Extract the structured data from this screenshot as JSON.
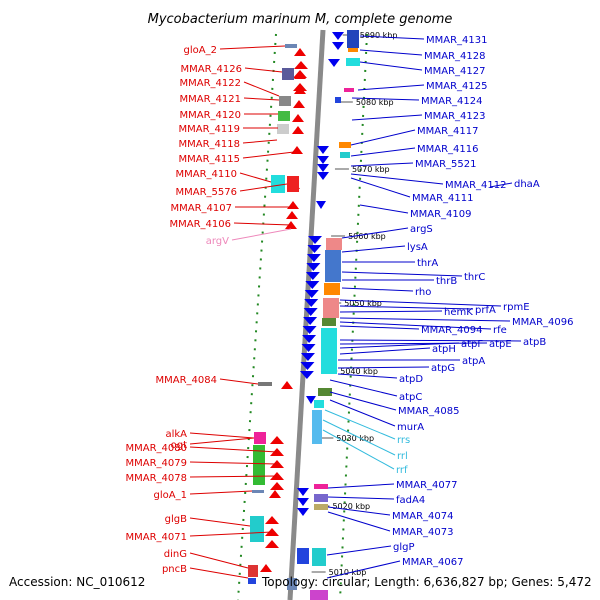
{
  "title": "Mycobacterium marinum M, complete genome",
  "footer": {
    "accession": "Accession: NC_010612",
    "summary": "Topology: circular; Length: 6,636,827 bp; Genes: 5,472"
  },
  "colors": {
    "left_label": "#dd0000",
    "right_label": "#0000cc",
    "trna_label": "#ee88bb",
    "rrna_label": "#33bbdd",
    "backbone": "#8a8a8a",
    "dots": "#228822"
  },
  "ticks": [
    "5090 kbp",
    "5080 kbp",
    "5070 kbp",
    "5060 kbp",
    "5050 kbp",
    "5040 kbp",
    "5030 kbp",
    "5020 kbp",
    "5010 kbp"
  ],
  "left_labels": [
    "gloA_2",
    "MMAR_4126",
    "MMAR_4122",
    "MMAR_4121",
    "MMAR_4120",
    "MMAR_4119",
    "MMAR_4118",
    "MMAR_4115",
    "MMAR_4110",
    "MMAR_5576",
    "MMAR_4107",
    "MMAR_4106",
    "argV",
    "MMAR_4084",
    "ogt",
    "alkA",
    "MMAR_4080",
    "MMAR_4079",
    "MMAR_4078",
    "gloA_1",
    "glgB",
    "MMAR_4071",
    "dinG",
    "pncB"
  ],
  "right_labels": [
    "MMAR_4131",
    "MMAR_4128",
    "MMAR_4127",
    "MMAR_4125",
    "MMAR_4124",
    "MMAR_4123",
    "MMAR_4117",
    "MMAR_4116",
    "MMAR_5521",
    "MMAR_4112",
    "dhaA",
    "MMAR_4111",
    "MMAR_4109",
    "argS",
    "lysA",
    "thrA",
    "thrC",
    "thrB",
    "rho",
    "rpmE",
    "prfA",
    "hemK",
    "MMAR_4096",
    "rfe",
    "MMAR_4094",
    "atpB",
    "atpE",
    "atpF",
    "atpH",
    "atpA",
    "atpG",
    "atpD",
    "atpC",
    "MMAR_4085",
    "murA",
    "rrs",
    "rrl",
    "rrf",
    "MMAR_4077",
    "fadA4",
    "MMAR_4074",
    "MMAR_4073",
    "glgP",
    "MMAR_4067"
  ]
}
